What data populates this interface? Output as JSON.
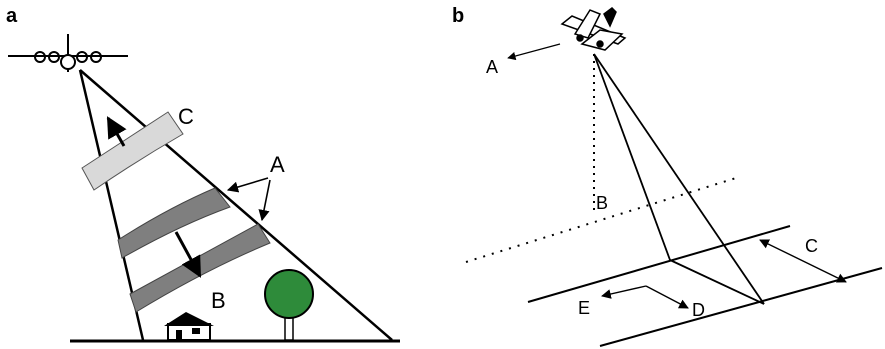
{
  "panel_a": {
    "panel_label": "a",
    "labels": {
      "c": "C",
      "a": "A",
      "b": "B"
    }
  },
  "panel_b": {
    "panel_label": "b",
    "labels": {
      "a": "A",
      "b": "B",
      "c": "C",
      "d": "D",
      "e": "E"
    }
  },
  "colors": {
    "ink": "#000000",
    "light_band": "#d9d9d9",
    "dark_band": "#7f7f7f",
    "tree_canopy": "#2e8b3a",
    "background": "#ffffff"
  }
}
